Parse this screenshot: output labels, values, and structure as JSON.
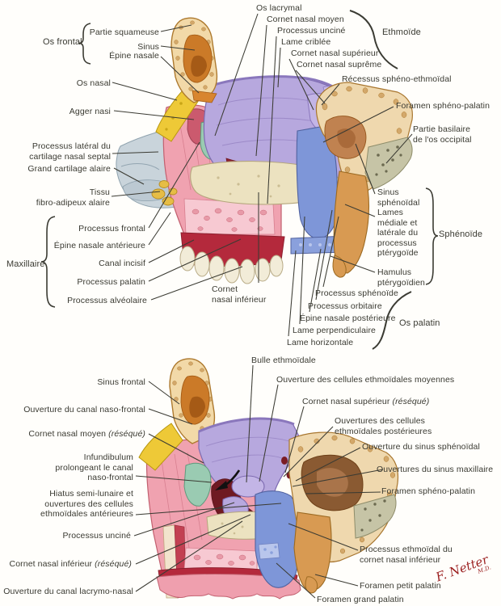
{
  "palette": {
    "frontal_bone": "#f2d9a8",
    "sinus_interior": "#cb7a28",
    "nasal_bone": "#eec937",
    "maxilla": "#f0a2b0",
    "gum": "#b4293c",
    "teeth": "#f2ecd8",
    "agger_nasi": "#cb5a6e",
    "lacrimal_bone": "#9acbb2",
    "ethmoid": "#b7a8de",
    "inferior_concha": "#ece2c0",
    "palatine_bone": "#7e96d8",
    "sphenoid_pterygoid": "#d89a52",
    "sphenoid_bone": "#efd8ae",
    "occipital_basilar": "#c6c4a6",
    "cartilage": "#c9d4db",
    "cavity_shadow": "#6f1a22",
    "label_text": "#3a3a32",
    "leader_line": "#3b3b33",
    "signature": "#9b1f1f"
  },
  "upper": {
    "labels": {
      "os_frontal_group": "Os frontal",
      "partie_squameuse": "Partie squameuse",
      "sinus": "Sinus",
      "epine_nasale": "Épine nasale",
      "os_nasal": "Os nasal",
      "agger_nasi": "Agger nasi",
      "processus_lateral": "Processus latéral du\ncartilage nasal septal",
      "grand_cartilage": "Grand cartilage alaire",
      "tissu_fibro": "Tissu\nfibro-adipeux alaire",
      "maxillaire_group": "Maxillaire",
      "processus_frontal": "Processus frontal",
      "epine_nasale_anterieure": "Épine nasale antérieure",
      "canal_incisif": "Canal incisif",
      "processus_palatin": "Processus palatin",
      "processus_alveolaire": "Processus alvéolaire",
      "os_lacrymal": "Os lacrymal",
      "cornet_nasal_moyen": "Cornet nasal moyen",
      "processus_uncine": "Processus unciné",
      "lame_criblee": "Lame criblée",
      "cornet_nasal_superieur": "Cornet nasal supérieur",
      "cornet_nasal_supreme": "Cornet nasal suprême",
      "ethmoide_group": "Ethmoïde",
      "recessus": "Récessus sphéno-ethmoïdal",
      "foramen_spheno_palatin": "Foramen sphéno-palatin",
      "partie_basilaire": "Partie basilaire\nde l'os occipital",
      "sinus_sphenoidal": "Sinus\nsphénoïdal",
      "lames_mediale": "Lames\nmédiale et\nlatérale du\nprocessus\nptérygoïde",
      "sphenoide_group": "Sphénoïde",
      "hamulus": "Hamulus\nptérygoïdien",
      "cornet_nasal_inferieur": "Cornet\nnasal inférieur",
      "processus_sphenoide": "Processus sphénoïde",
      "processus_orbitaire": "Processus orbitaire",
      "epine_nasale_posterieure": "Épine nasale postérieure",
      "lame_perpendiculaire": "Lame perpendiculaire",
      "lame_horizontale": "Lame horizontale",
      "os_palatin_group": "Os palatin"
    }
  },
  "lower": {
    "labels": {
      "sinus_frontal": "Sinus frontal",
      "ouverture_naso_frontal": "Ouverture du canal naso-frontal",
      "cornet_moyen": "Cornet nasal moyen",
      "cornet_moyen_suffix": "(réséqué)",
      "infundibulum": "Infundibulum\nprolongeant le canal\nnaso-frontal",
      "hiatus": "Hiatus semi-lunaire et\nouvertures des cellules\nethmoïdales antérieures",
      "processus_uncine": "Processus unciné",
      "cornet_inferieur": "Cornet nasal inférieur",
      "cornet_inferieur_suffix": "(réséqué)",
      "ouverture_lacrymo": "Ouverture du canal lacrymo-nasal",
      "bulle": "Bulle ethmoïdale",
      "ouverture_cellules_moyennes": "Ouverture des cellules ethmoïdales moyennes",
      "cornet_superieur": "Cornet nasal supérieur",
      "cornet_superieur_suffix": "(réséqué)",
      "ouvertures_cellules_posterieures": "Ouvertures des cellules\nethmoïdales postérieures",
      "ouverture_sinus_sphenoidal": "Ouverture du sinus sphénoïdal",
      "ouvertures_sinus_maxillaire": "Ouvertures du sinus maxillaire",
      "foramen_spheno_palatin": "Foramen sphéno-palatin",
      "processus_ethmoidal": "Processus ethmoïdal du\ncornet nasal inférieur",
      "foramen_petit": "Foramen petit palatin",
      "foramen_grand": "Foramen grand palatin"
    }
  },
  "signature": {
    "name": "F. Netter",
    "credential": "M.D."
  }
}
